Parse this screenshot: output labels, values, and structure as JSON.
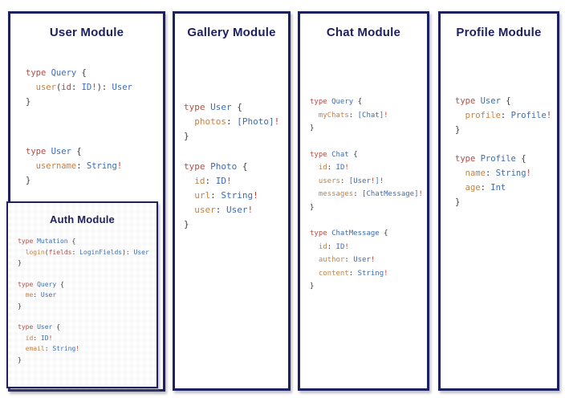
{
  "palette": {
    "page": "#ffffff",
    "border": "#1d2160",
    "title": "#1d2160",
    "kw": "#b24c44",
    "ty": "#3c6cb4",
    "fd": "#c9803f",
    "bang": "#c23b2e",
    "pu": "#3c3c3c"
  },
  "modules": [
    {
      "title": "User Module",
      "blocks": [
        [
          [
            [
              "kw",
              "type "
            ],
            [
              "ty",
              "Query "
            ],
            [
              "pu",
              "{"
            ]
          ],
          [
            [
              "pu",
              "  "
            ],
            [
              "fd",
              "user"
            ],
            [
              "pu",
              "("
            ],
            [
              "kw",
              "id"
            ],
            [
              "pu",
              ": "
            ],
            [
              "ty",
              "ID"
            ],
            [
              "bg",
              "!"
            ],
            [
              "pu",
              "): "
            ],
            [
              "ty",
              "User"
            ]
          ],
          [
            [
              "pu",
              "}"
            ]
          ]
        ],
        [
          [
            [
              "kw",
              "type "
            ],
            [
              "ty",
              "User "
            ],
            [
              "pu",
              "{"
            ]
          ],
          [
            [
              "pu",
              "  "
            ],
            [
              "fd",
              "username"
            ],
            [
              "pu",
              ": "
            ],
            [
              "ty",
              "String"
            ],
            [
              "bg",
              "!"
            ]
          ],
          [
            [
              "pu",
              "}"
            ]
          ]
        ]
      ],
      "nested": {
        "title": "Auth Module",
        "blocks": [
          [
            [
              [
                "kw",
                "type "
              ],
              [
                "ty",
                "Mutation "
              ],
              [
                "pu",
                "{"
              ]
            ],
            [
              [
                "pu",
                "  "
              ],
              [
                "fd",
                "login"
              ],
              [
                "pu",
                "("
              ],
              [
                "kw",
                "fields"
              ],
              [
                "pu",
                ": "
              ],
              [
                "ty",
                "LoginFields"
              ],
              [
                "pu",
                "): "
              ],
              [
                "ty",
                "User"
              ]
            ],
            [
              [
                "pu",
                "}"
              ]
            ]
          ],
          [
            [
              [
                "kw",
                "type "
              ],
              [
                "ty",
                "Query "
              ],
              [
                "pu",
                "{"
              ]
            ],
            [
              [
                "pu",
                "  "
              ],
              [
                "fd",
                "me"
              ],
              [
                "pu",
                ": "
              ],
              [
                "ty",
                "User"
              ]
            ],
            [
              [
                "pu",
                "}"
              ]
            ]
          ],
          [
            [
              [
                "kw",
                "type "
              ],
              [
                "ty",
                "User "
              ],
              [
                "pu",
                "{"
              ]
            ],
            [
              [
                "pu",
                "  "
              ],
              [
                "fd",
                "id"
              ],
              [
                "pu",
                ": "
              ],
              [
                "ty",
                "ID"
              ],
              [
                "bg",
                "!"
              ]
            ],
            [
              [
                "pu",
                "  "
              ],
              [
                "fd",
                "email"
              ],
              [
                "pu",
                ": "
              ],
              [
                "ty",
                "String"
              ],
              [
                "bg",
                "!"
              ]
            ],
            [
              [
                "pu",
                "}"
              ]
            ]
          ]
        ]
      }
    },
    {
      "title": "Gallery Module",
      "blocks": [
        [
          [
            [
              "kw",
              "type "
            ],
            [
              "ty",
              "User "
            ],
            [
              "pu",
              "{"
            ]
          ],
          [
            [
              "pu",
              "  "
            ],
            [
              "fd",
              "photos"
            ],
            [
              "pu",
              ": "
            ],
            [
              "ty",
              "[Photo]"
            ],
            [
              "bg",
              "!"
            ]
          ],
          [
            [
              "pu",
              "}"
            ]
          ]
        ],
        [
          [
            [
              "kw",
              "type "
            ],
            [
              "ty",
              "Photo "
            ],
            [
              "pu",
              "{"
            ]
          ],
          [
            [
              "pu",
              "  "
            ],
            [
              "fd",
              "id"
            ],
            [
              "pu",
              ": "
            ],
            [
              "ty",
              "ID"
            ],
            [
              "bg",
              "!"
            ]
          ],
          [
            [
              "pu",
              "  "
            ],
            [
              "fd",
              "url"
            ],
            [
              "pu",
              ": "
            ],
            [
              "ty",
              "String"
            ],
            [
              "bg",
              "!"
            ]
          ],
          [
            [
              "pu",
              "  "
            ],
            [
              "fd",
              "user"
            ],
            [
              "pu",
              ": "
            ],
            [
              "ty",
              "User"
            ],
            [
              "bg",
              "!"
            ]
          ],
          [
            [
              "pu",
              "}"
            ]
          ]
        ]
      ]
    },
    {
      "title": "Chat Module",
      "blocks": [
        [
          [
            [
              "kw",
              "type "
            ],
            [
              "ty",
              "Query "
            ],
            [
              "pu",
              "{"
            ]
          ],
          [
            [
              "pu",
              "  "
            ],
            [
              "fd",
              "myChats"
            ],
            [
              "pu",
              ": "
            ],
            [
              "ty",
              "[Chat]"
            ],
            [
              "bg",
              "!"
            ]
          ],
          [
            [
              "pu",
              "}"
            ]
          ]
        ],
        [
          [
            [
              "kw",
              "type "
            ],
            [
              "ty",
              "Chat "
            ],
            [
              "pu",
              "{"
            ]
          ],
          [
            [
              "pu",
              "  "
            ],
            [
              "fd",
              "id"
            ],
            [
              "pu",
              ": "
            ],
            [
              "ty",
              "ID"
            ],
            [
              "bg",
              "!"
            ]
          ],
          [
            [
              "pu",
              "  "
            ],
            [
              "fd",
              "users"
            ],
            [
              "pu",
              ": "
            ],
            [
              "ty",
              "[User"
            ],
            [
              "bg",
              "!"
            ],
            [
              "ty",
              "]"
            ],
            [
              "bg",
              "!"
            ]
          ],
          [
            [
              "pu",
              "  "
            ],
            [
              "fd",
              "messages"
            ],
            [
              "pu",
              ": "
            ],
            [
              "ty",
              "[ChatMessage]"
            ],
            [
              "bg",
              "!"
            ]
          ],
          [
            [
              "pu",
              "}"
            ]
          ]
        ],
        [
          [
            [
              "kw",
              "type "
            ],
            [
              "ty",
              "ChatMessage "
            ],
            [
              "pu",
              "{"
            ]
          ],
          [
            [
              "pu",
              "  "
            ],
            [
              "fd",
              "id"
            ],
            [
              "pu",
              ": "
            ],
            [
              "ty",
              "ID"
            ],
            [
              "bg",
              "!"
            ]
          ],
          [
            [
              "pu",
              "  "
            ],
            [
              "fd",
              "author"
            ],
            [
              "pu",
              ": "
            ],
            [
              "ty",
              "User"
            ],
            [
              "bg",
              "!"
            ]
          ],
          [
            [
              "pu",
              "  "
            ],
            [
              "fd",
              "content"
            ],
            [
              "pu",
              ": "
            ],
            [
              "ty",
              "String"
            ],
            [
              "bg",
              "!"
            ]
          ],
          [
            [
              "pu",
              "}"
            ]
          ]
        ]
      ]
    },
    {
      "title": "Profile Module",
      "blocks": [
        [
          [
            [
              "kw",
              "type "
            ],
            [
              "ty",
              "User "
            ],
            [
              "pu",
              "{"
            ]
          ],
          [
            [
              "pu",
              "  "
            ],
            [
              "fd",
              "profile"
            ],
            [
              "pu",
              ": "
            ],
            [
              "ty",
              "Profile"
            ],
            [
              "bg",
              "!"
            ]
          ],
          [
            [
              "pu",
              "}"
            ]
          ]
        ],
        [
          [
            [
              "kw",
              "type "
            ],
            [
              "ty",
              "Profile "
            ],
            [
              "pu",
              "{"
            ]
          ],
          [
            [
              "pu",
              "  "
            ],
            [
              "fd",
              "name"
            ],
            [
              "pu",
              ": "
            ],
            [
              "ty",
              "String"
            ],
            [
              "bg",
              "!"
            ]
          ],
          [
            [
              "pu",
              "  "
            ],
            [
              "fd",
              "age"
            ],
            [
              "pu",
              ": "
            ],
            [
              "ty",
              "Int"
            ]
          ],
          [
            [
              "pu",
              "}"
            ]
          ]
        ]
      ]
    }
  ]
}
